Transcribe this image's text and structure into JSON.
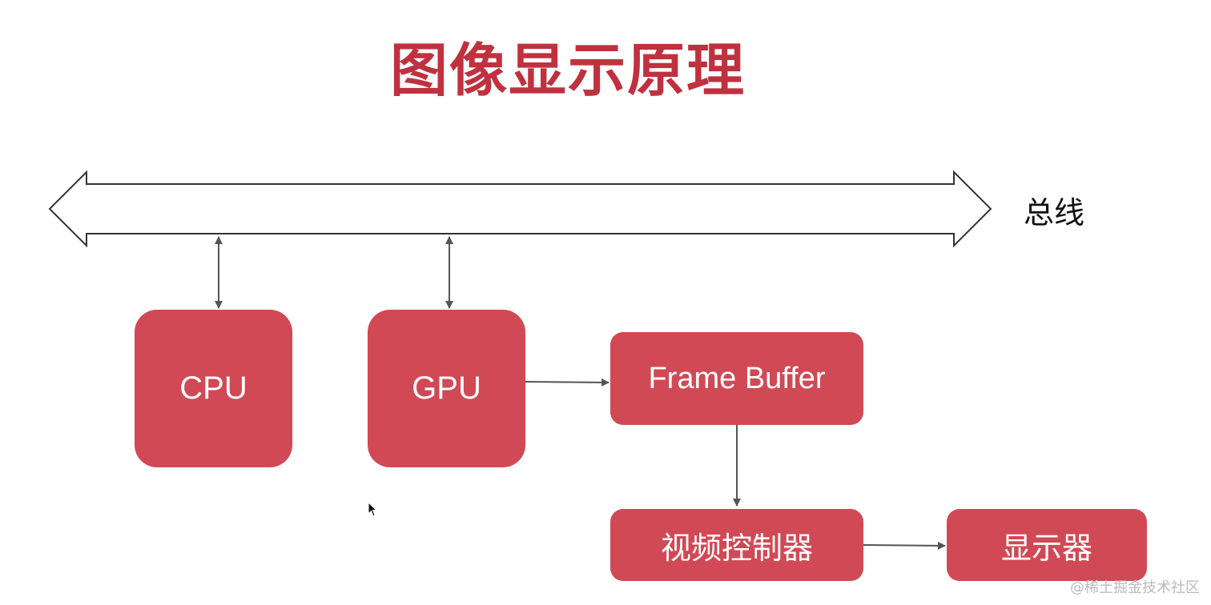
{
  "title": "图像显示原理",
  "bus": {
    "label": "总线"
  },
  "nodes": {
    "cpu": "CPU",
    "gpu": "GPU",
    "frame_buffer": "Frame Buffer",
    "video_controller": "视频控制器",
    "display": "显示器"
  },
  "watermark": "@稀土掘金技术社区",
  "colors": {
    "title": "#c0313f",
    "node_fill": "#d14955",
    "node_text": "#ffffff",
    "connector": "#555555"
  }
}
